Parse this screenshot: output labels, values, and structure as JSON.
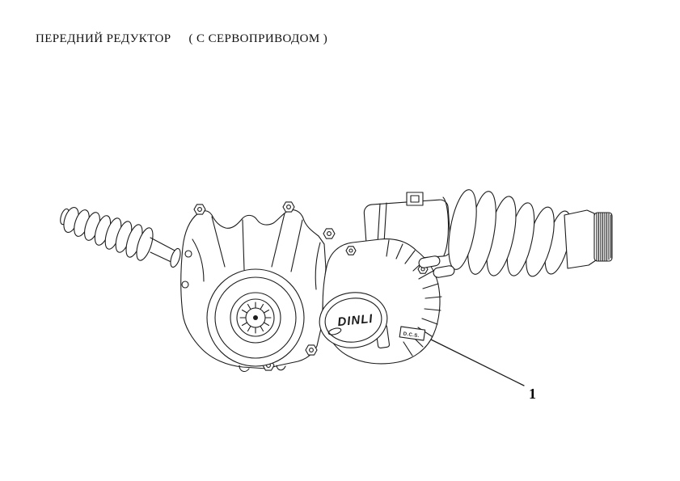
{
  "page": {
    "title": "ПЕРЕДНИЙ РЕДУКТОР",
    "title_note": "( С СЕРВОПРИВОДОМ )"
  },
  "diagram": {
    "description": "Front gear reducer assembly with servo drive, line drawing",
    "emblem_text": "DINLI",
    "plate_text": "D.C.S.",
    "callouts": [
      {
        "label": "1"
      }
    ]
  }
}
